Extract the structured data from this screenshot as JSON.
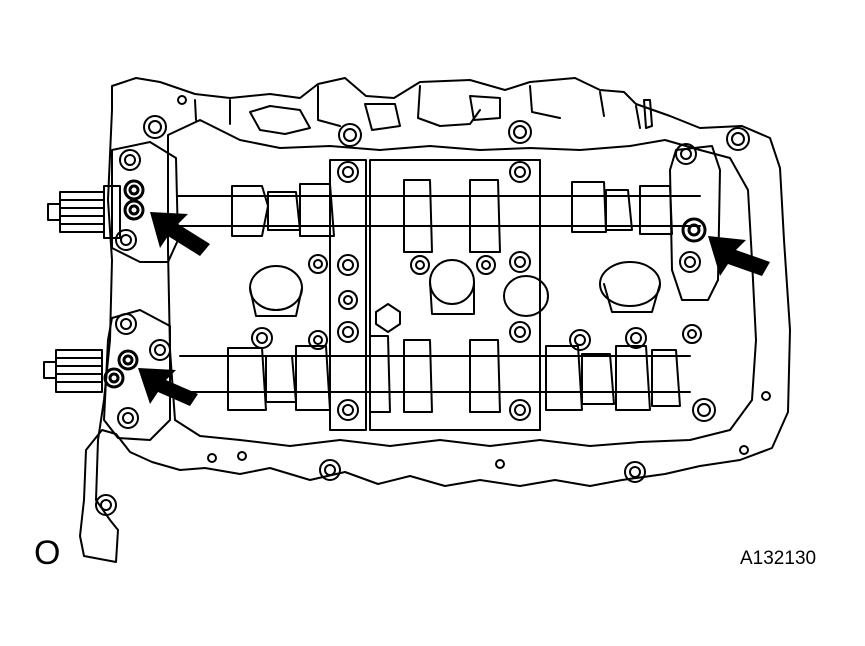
{
  "figure": {
    "symbol_label": "O",
    "figure_id": "A132130",
    "callout_count": 3,
    "callouts": [
      {
        "target": "upper-left-port",
        "direction": "pointing-up-left"
      },
      {
        "target": "lower-left-port",
        "direction": "pointing-up-left"
      },
      {
        "target": "right-port",
        "direction": "pointing-up-left"
      }
    ],
    "colors": {
      "line": "#000000",
      "background": "#ffffff"
    }
  }
}
